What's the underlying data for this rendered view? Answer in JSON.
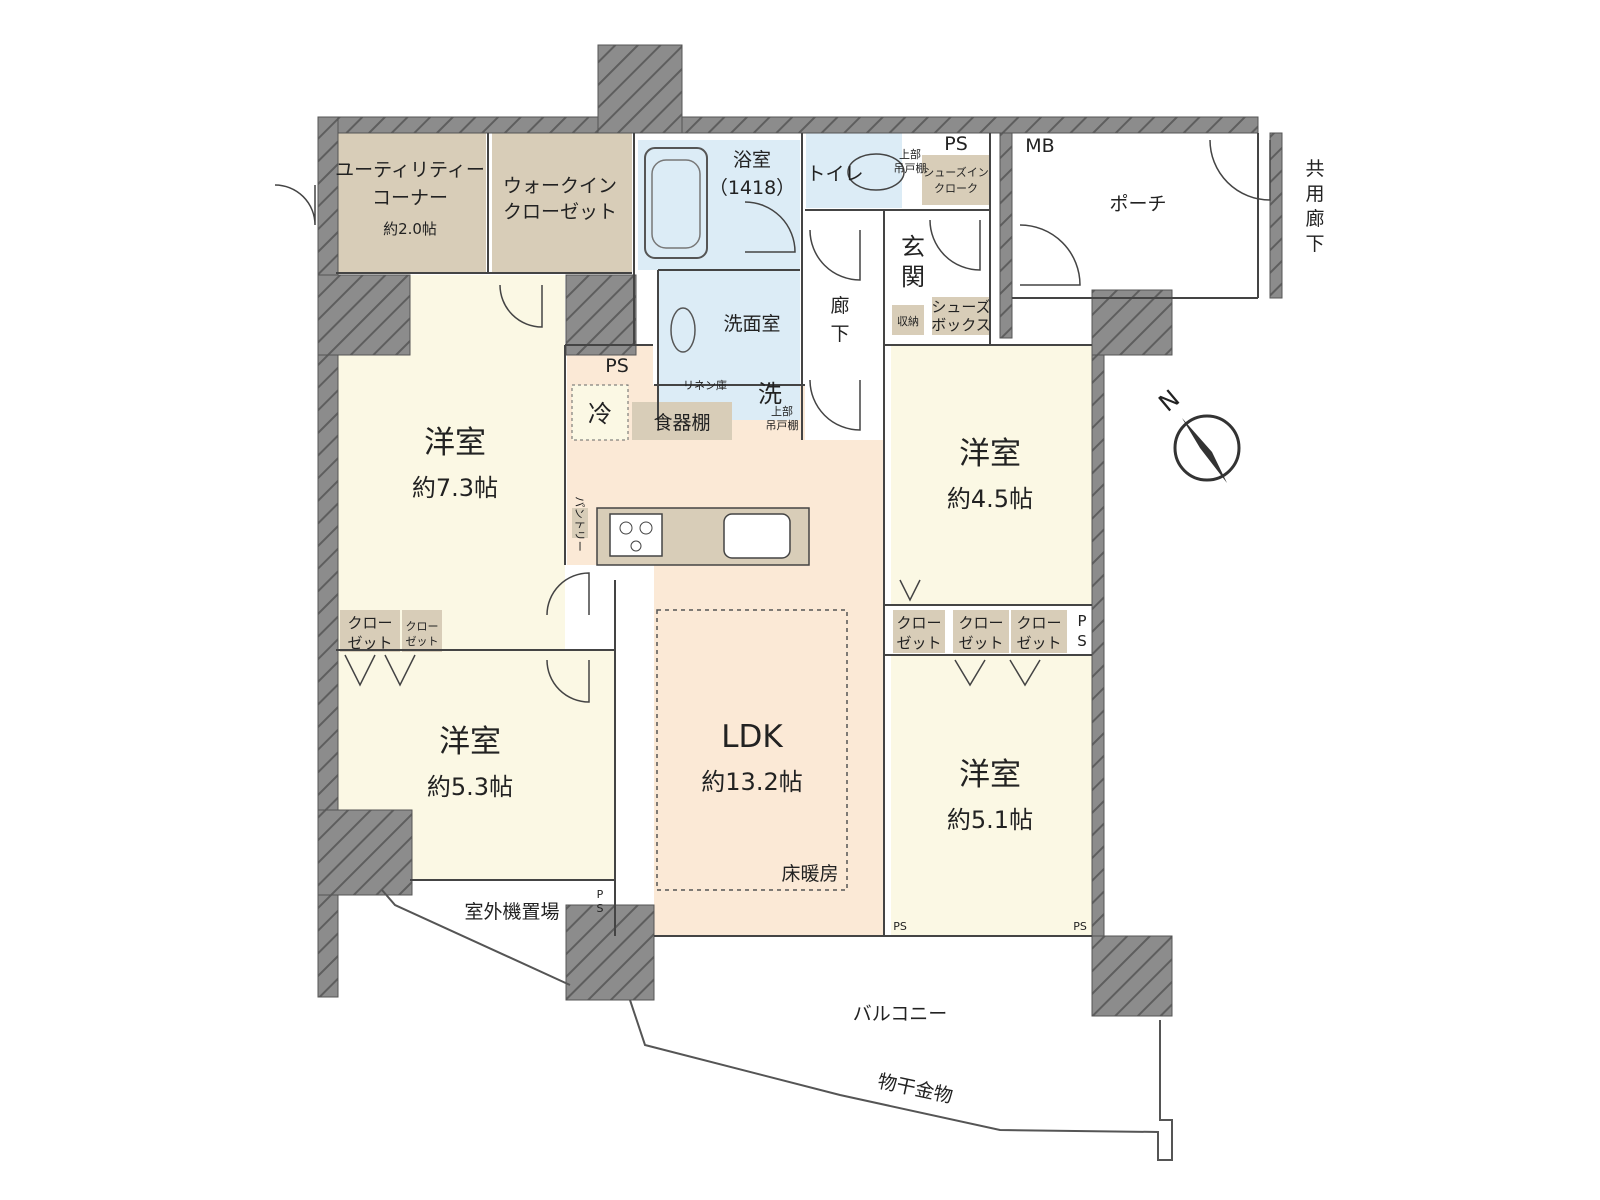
{
  "rooms": {
    "utility": {
      "line1": "ユーティリティー",
      "line2": "コーナー",
      "size": "約2.0帖"
    },
    "walk_in_closet": {
      "line1": "ウォークイン",
      "line2": "クローゼット"
    },
    "bath": {
      "name": "浴室",
      "spec": "（1418）"
    },
    "toilet": {
      "name": "トイレ"
    },
    "toilet_shelf": {
      "line1": "上部",
      "line2": "吊戸棚"
    },
    "shoes_in_cloak": {
      "line1": "シューズイン",
      "line2": "クローク"
    },
    "entrance": {
      "line1": "玄",
      "line2": "関"
    },
    "porch": {
      "name": "ポーチ"
    },
    "common_corridor": {
      "line1": "共",
      "line2": "用",
      "line3": "廊",
      "line4": "下"
    },
    "washroom": {
      "name": "洗面室"
    },
    "corridor": {
      "line1": "廊",
      "line2": "下"
    },
    "storage": {
      "name": "収納"
    },
    "shoe_box": {
      "line1": "シューズ",
      "line2": "ボックス"
    },
    "linen": {
      "name": "リネン庫"
    },
    "laundry": {
      "name": "洗"
    },
    "laundry_shelf": {
      "line1": "上部",
      "line2": "吊戸棚"
    },
    "fridge": {
      "name": "冷"
    },
    "dish_shelf": {
      "name": "食器棚"
    },
    "pantry": {
      "name": "パントリー"
    },
    "western_73": {
      "name": "洋室",
      "size": "約7.3帖"
    },
    "western_53": {
      "name": "洋室",
      "size": "約5.3帖"
    },
    "western_45": {
      "name": "洋室",
      "size": "約4.5帖"
    },
    "western_51": {
      "name": "洋室",
      "size": "約5.1帖"
    },
    "ldk": {
      "name": "LDK",
      "size": "約13.2帖",
      "floor_heating": "床暖房"
    },
    "closet": {
      "line1": "クロー",
      "line2": "ゼット"
    },
    "outdoor_unit": {
      "name": "室外機置場"
    },
    "balcony": {
      "name": "バルコニー"
    },
    "drying_rack": {
      "name": "物干金物"
    }
  },
  "labels": {
    "ps": "PS",
    "ps_p": "P",
    "ps_s": "S",
    "mb": "MB",
    "compass_n": "N"
  },
  "colors": {
    "wall": "#8c8c8c",
    "room_cream": "#fbf8e4",
    "ldk": "#fbe9d6",
    "storage_tan": "#d8cdb8",
    "wet_blue": "#dcecf6",
    "line": "#444444"
  }
}
